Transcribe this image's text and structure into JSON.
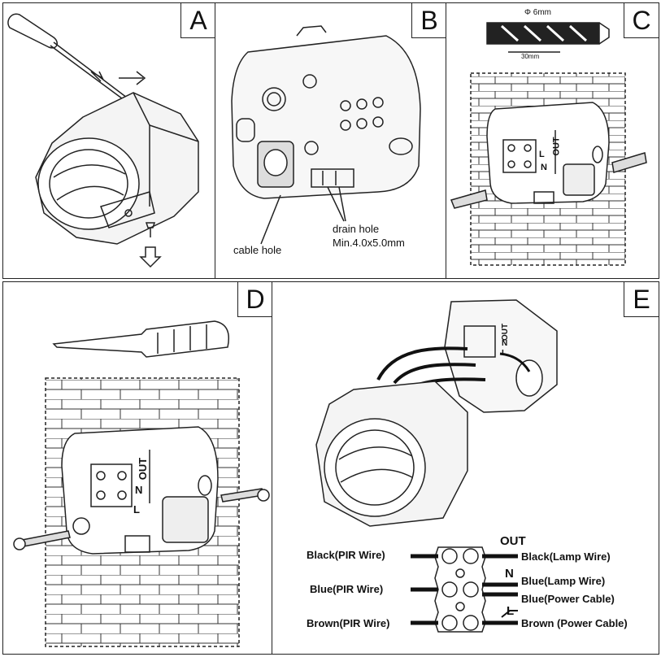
{
  "panels": {
    "a": {
      "letter": "A"
    },
    "b": {
      "letter": "B",
      "cable_hole": "cable hole",
      "drain_hole": "drain hole",
      "drain_size": "Min.4.0x5.0mm"
    },
    "c": {
      "letter": "C",
      "drill_diameter": "Φ 6mm",
      "drill_depth": "30mm",
      "mark_n": "N",
      "mark_out": "OUT",
      "mark_l": "L"
    },
    "d": {
      "letter": "D",
      "mark_n": "N",
      "mark_out": "OUT",
      "mark_l": "L"
    },
    "e": {
      "letter": "E",
      "mark_n": "N",
      "mark_out": "OUT",
      "mark_l": "L"
    }
  },
  "wiring": {
    "out_label": "OUT",
    "n_label": "N",
    "l_label": "L",
    "left": [
      "Black(PIR Wire)",
      "Blue(PIR Wire)",
      "Brown(PIR Wire)"
    ],
    "right_out": "Black(Lamp Wire)",
    "right_n1": "Blue(Lamp Wire)",
    "right_n2": "Blue(Power Cable)",
    "right_l": "Brown (Power Cable)"
  },
  "colors": {
    "line": "#222222",
    "background": "#ffffff"
  }
}
